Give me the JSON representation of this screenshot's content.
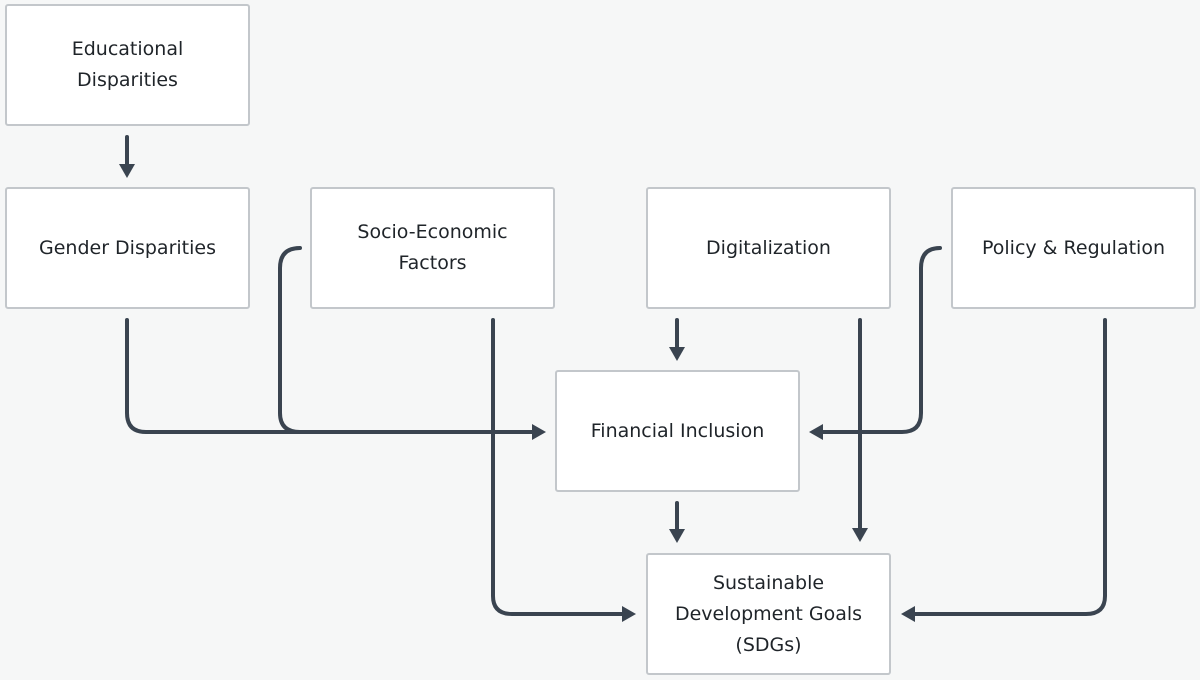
{
  "diagram": {
    "nodes": {
      "educational_disparities": {
        "label": "Educational Disparities"
      },
      "gender_disparities": {
        "label": "Gender Disparities"
      },
      "socio_economic_factors": {
        "label": "Socio-Economic Factors"
      },
      "digitalization": {
        "label": "Digitalization"
      },
      "policy_regulation": {
        "label": "Policy & Regulation"
      },
      "financial_inclusion": {
        "label": "Financial Inclusion"
      },
      "sdgs": {
        "label": "Sustainable Development Goals (SDGs)"
      }
    },
    "edges": [
      {
        "from": "Educational Disparities",
        "to": "Gender Disparities"
      },
      {
        "from": "Gender Disparities",
        "to": "Financial Inclusion"
      },
      {
        "from": "Socio-Economic Factors",
        "to": "Financial Inclusion"
      },
      {
        "from": "Socio-Economic Factors",
        "to": "Sustainable Development Goals (SDGs)"
      },
      {
        "from": "Digitalization",
        "to": "Financial Inclusion"
      },
      {
        "from": "Digitalization",
        "to": "Sustainable Development Goals (SDGs)"
      },
      {
        "from": "Policy & Regulation",
        "to": "Financial Inclusion"
      },
      {
        "from": "Policy & Regulation",
        "to": "Sustainable Development Goals (SDGs)"
      },
      {
        "from": "Financial Inclusion",
        "to": "Sustainable Development Goals (SDGs)"
      }
    ],
    "colors": {
      "background": "#f6f7f7",
      "node_fill": "#ffffff",
      "node_border": "#c3c7cb",
      "arrow": "#3a4450",
      "text": "#1f2429"
    }
  }
}
